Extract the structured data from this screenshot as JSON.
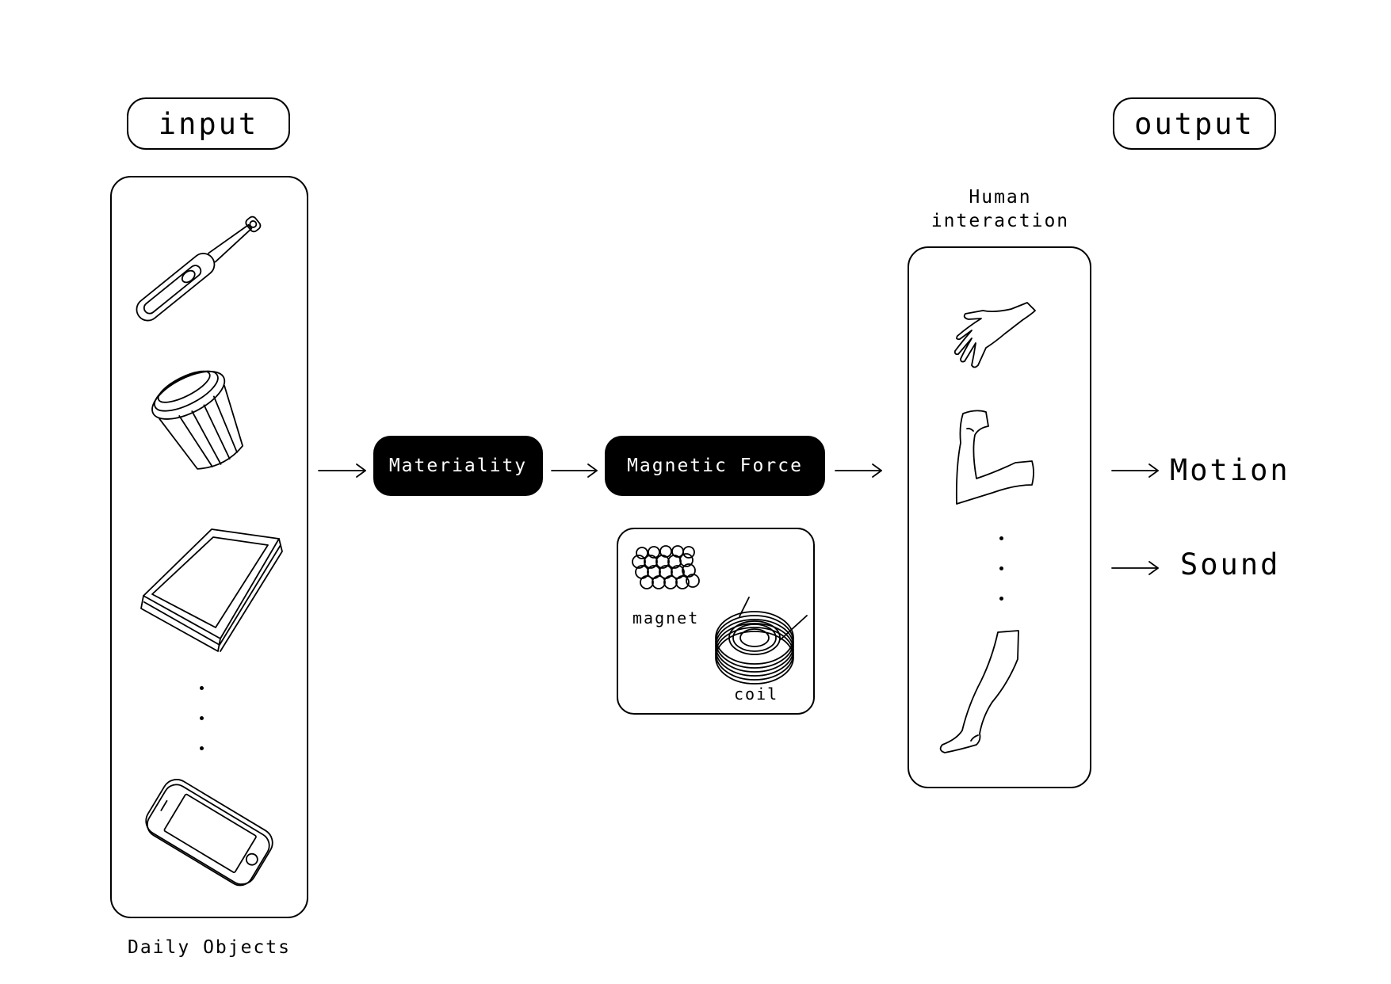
{
  "input_tag": "input",
  "output_tag": "output",
  "input_caption": "Daily Objects",
  "human_caption_line1": "Human",
  "human_caption_line2": "interaction",
  "materiality_label": "Materiality",
  "magnetic_force_label": "Magnetic Force",
  "magnet_label": "magnet",
  "coil_label": "coil",
  "outputs": [
    "Motion",
    "Sound"
  ],
  "input_items_icons": [
    "toothbrush-icon",
    "cup-icon",
    "book-icon",
    "smartphone-icon"
  ],
  "human_items_icons": [
    "hand-icon",
    "arm-icon",
    "leg-icon"
  ],
  "colors": {
    "ink": "#000000",
    "background": "#ffffff",
    "block_fill": "#000000",
    "block_text": "#ffffff"
  }
}
